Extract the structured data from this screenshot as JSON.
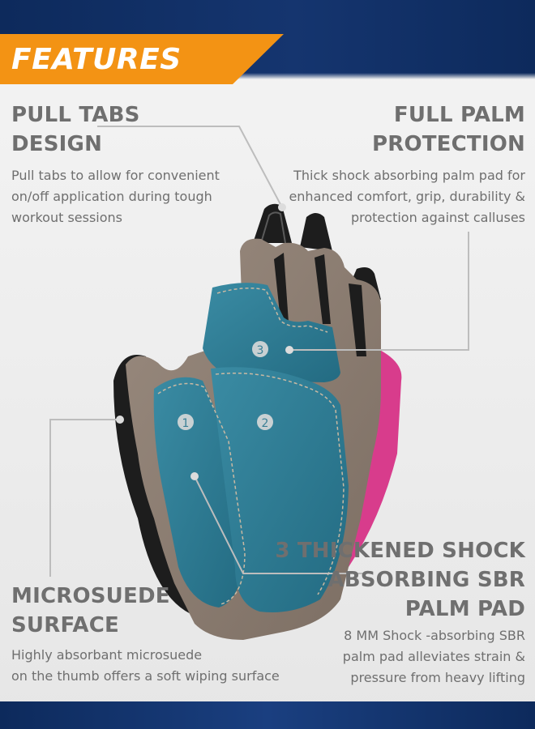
{
  "banner": {
    "title": "FEATURES"
  },
  "features": {
    "pull_tabs": {
      "heading_1": "PULL TABS",
      "heading_2": "DESIGN",
      "lines": [
        "Pull tabs to allow for convenient",
        "on/off  application during tough",
        "workout sessions"
      ]
    },
    "full_palm": {
      "heading_1": "FULL PALM",
      "heading_2": "PROTECTION",
      "lines": [
        "Thick shock absorbing palm pad for",
        "enhanced comfort, grip, durability &",
        "protection against calluses"
      ]
    },
    "microsuede": {
      "heading_1": "MICROSUEDE",
      "heading_2": "SURFACE",
      "lines": [
        "Highly absorbant microsuede",
        "on the thumb offers  a soft wiping surface"
      ]
    },
    "shock_pad": {
      "heading_1": "3 THICKENED SHOCK",
      "heading_2": "ABSORBING SBR",
      "heading_3": "PALM PAD",
      "lines": [
        "8 MM Shock -absorbing SBR",
        "palm pad alleviates strain &",
        "pressure from heavy lifting"
      ]
    }
  },
  "pad_markers": [
    "1",
    "2",
    "3"
  ],
  "colors": {
    "banner": "#f39314",
    "band": "#0d2a5c",
    "text": "#6f6f6f",
    "glove_gray": "#8c7e72",
    "pad_teal": "#2e7f97",
    "accent_pink": "#d83c8c"
  }
}
